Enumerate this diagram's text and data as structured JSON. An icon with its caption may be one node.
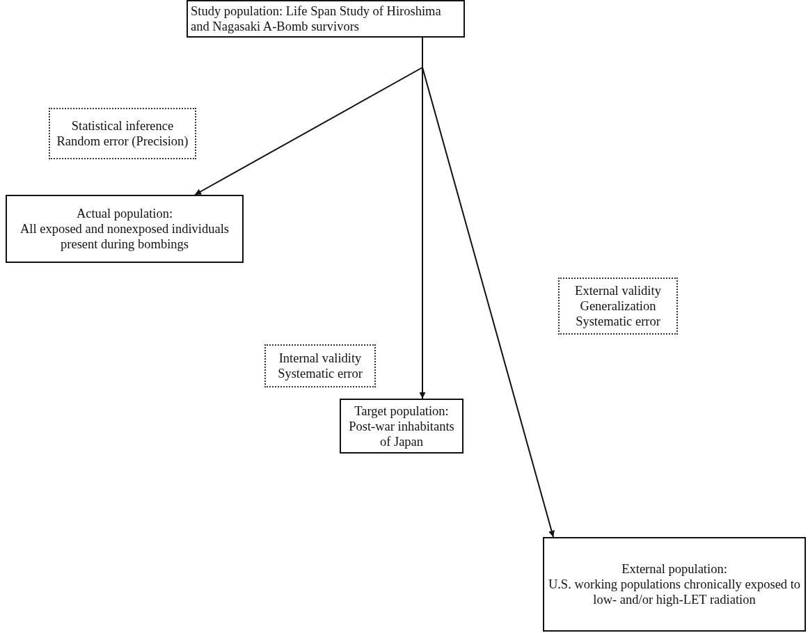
{
  "diagram": {
    "nodes": [
      {
        "text": [
          "Study population: Life Span Study of Hiroshima and Nagasaki A-Bomb survivors"
        ]
      },
      {
        "text": [
          "Statistical inference",
          "Random error (Precision)"
        ]
      },
      {
        "text": [
          "Actual population:",
          "All exposed and nonexposed individuals present during bombings"
        ]
      },
      {
        "text": [
          "Internal validity",
          "Systematic error"
        ]
      },
      {
        "text": [
          "Target population:",
          "Post-war inhabitants of Japan"
        ]
      },
      {
        "text": [
          "External validity",
          "Generalization",
          "Systematic error"
        ]
      },
      {
        "text": [
          "External population:",
          "U.S. working populations chronically exposed to low- and/or high-LET radiation"
        ]
      }
    ],
    "edges": [
      {
        "from": 0,
        "to": 2,
        "arrow": "to"
      },
      {
        "from": 0,
        "to": 4,
        "arrow": "to"
      },
      {
        "from": 0,
        "to": 6,
        "arrow": "to"
      }
    ]
  }
}
